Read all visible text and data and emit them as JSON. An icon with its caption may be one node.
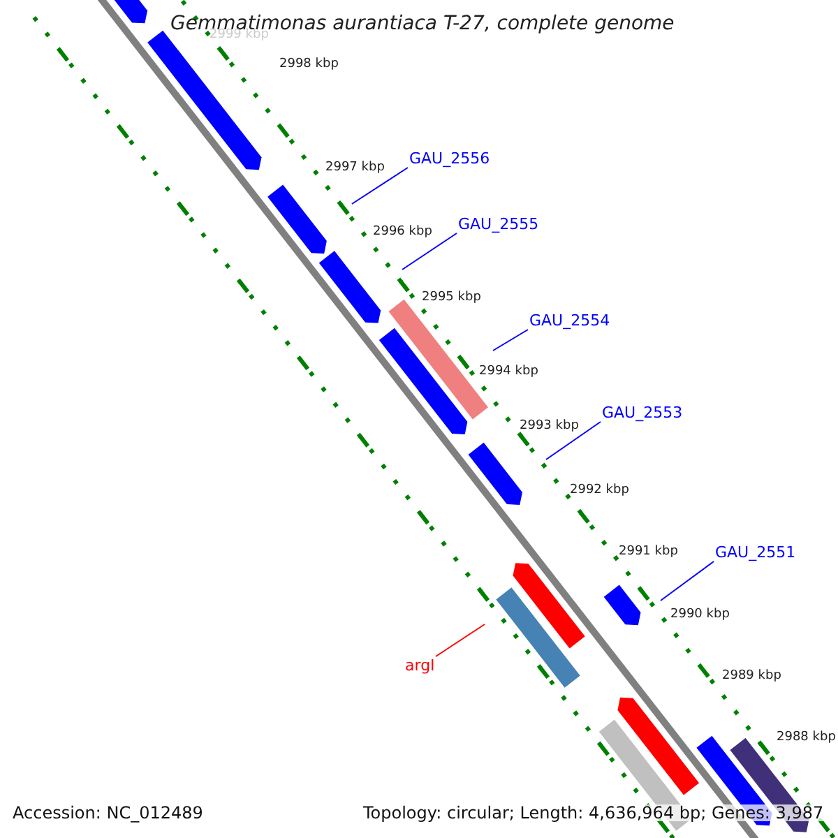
{
  "diagram": {
    "title": "Gemmatimonas aurantiaca T-27, complete genome",
    "nodes": [
      {
        "text": [
          "GAU_2556"
        ]
      },
      {
        "text": [
          "GAU_2555"
        ]
      },
      {
        "text": [
          "GAU_2554"
        ]
      },
      {
        "text": [
          "GAU_2553"
        ]
      },
      {
        "text": [
          "GAU_2551"
        ]
      },
      {
        "text": [
          "argI"
        ]
      }
    ],
    "edges": [
      {
        "from": 0,
        "to": null,
        "arrow": "none"
      },
      {
        "from": 1,
        "to": null,
        "arrow": "none"
      },
      {
        "from": 2,
        "to": null,
        "arrow": "none"
      },
      {
        "from": 3,
        "to": null,
        "arrow": "none"
      },
      {
        "from": 4,
        "to": null,
        "arrow": "none"
      },
      {
        "from": 5,
        "to": null,
        "arrow": "none",
        "color": "#ff0000"
      }
    ],
    "labels": [
      "2999 kbp",
      "2998 kbp",
      "2997 kbp",
      "2996 kbp",
      "2995 kbp",
      "2994 kbp",
      "2993 kbp",
      "2992 kbp",
      "2991 kbp",
      "2990 kbp",
      "2989 kbp",
      "2988 kbp",
      "Accession: NC_012489",
      "Topology: circular; Length: 4,636,964 bp; Genes: 3,987"
    ]
  }
}
